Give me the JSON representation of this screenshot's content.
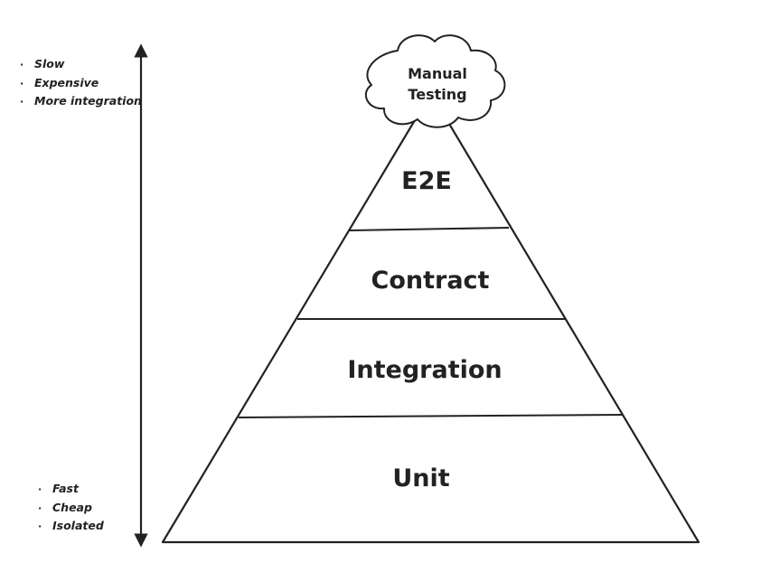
{
  "notes": {
    "top": [
      "Slow",
      "Expensive",
      "More integration"
    ],
    "bottom": [
      "Fast",
      "Cheap",
      "Isolated"
    ],
    "bullet": "·"
  },
  "cloud": {
    "line1": "Manual",
    "line2": "Testing"
  },
  "layers": {
    "e2e": "E2E",
    "contract": "Contract",
    "integration": "Integration",
    "unit": "Unit"
  },
  "colors": {
    "stroke": "#222222",
    "text": "#222222",
    "background": "#ffffff"
  }
}
